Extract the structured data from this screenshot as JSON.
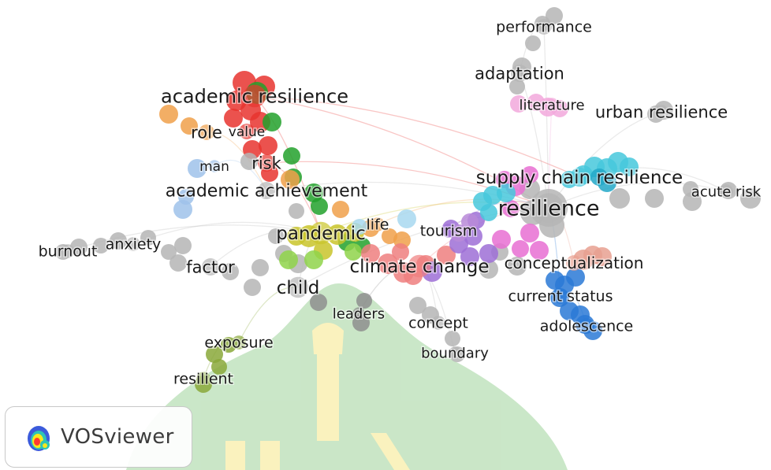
{
  "app": {
    "name": "VOSviewer",
    "logo_icon": "vosviewer-heatmap-logo-icon"
  },
  "watermark": {
    "description_color": "#cfe8c8",
    "accent": "#f3e9a6"
  },
  "clusters": {
    "red": "#e8342f",
    "green": "#22a12b",
    "orange": "#f0a04a",
    "blue_light": "#9fc2ea",
    "gray": "#b5b5b5",
    "yellow": "#c9c42a",
    "lime": "#8fd44a",
    "olive": "#8aa83a",
    "salmon": "#ef7f7f",
    "purple": "#9e6fd6",
    "pink": "#e86ed2",
    "light_pink": "#f2a8dc",
    "cyan": "#47c8dc",
    "teal": "#22a8c8",
    "blue": "#2a79d6",
    "mauve": "#b88ad8",
    "peach": "#e8a090",
    "lightblue2": "#a8d8f0",
    "darkgray": "#8e8e8e"
  },
  "nodes": [
    {
      "id": "performance",
      "label": "performance",
      "cluster": "gray",
      "size": 18,
      "fs": 19
    },
    {
      "id": "adaptation",
      "label": "adaptation",
      "cluster": "gray",
      "size": 20,
      "fs": 21
    },
    {
      "id": "literature",
      "label": "literature",
      "cluster": "light_pink",
      "size": 16,
      "fs": 18
    },
    {
      "id": "urban_resilience",
      "label": "urban resilience",
      "cluster": "gray",
      "size": 16,
      "fs": 21
    },
    {
      "id": "academic_resilience",
      "label": "academic resilience",
      "cluster": "red",
      "size": 26,
      "fs": 24
    },
    {
      "id": "value",
      "label": "value",
      "cluster": "red",
      "size": 18,
      "fs": 17
    },
    {
      "id": "role",
      "label": "role",
      "cluster": "orange",
      "size": 18,
      "fs": 21
    },
    {
      "id": "man",
      "label": "man",
      "cluster": "blue_light",
      "size": 14,
      "fs": 17
    },
    {
      "id": "risk",
      "label": "risk",
      "cluster": "red",
      "size": 20,
      "fs": 21
    },
    {
      "id": "academic_achievement",
      "label": "academic achievement",
      "cluster": "gray",
      "size": 20,
      "fs": 22
    },
    {
      "id": "supply_chain_resilience",
      "label": "supply chain resilience",
      "cluster": "cyan",
      "size": 22,
      "fs": 23
    },
    {
      "id": "acute_risk",
      "label": "acute risk",
      "cluster": "gray",
      "size": 16,
      "fs": 18
    },
    {
      "id": "resilience",
      "label": "resilience",
      "cluster": "gray",
      "size": 34,
      "fs": 27
    },
    {
      "id": "burnout",
      "label": "burnout",
      "cluster": "gray",
      "size": 16,
      "fs": 19
    },
    {
      "id": "anxiety",
      "label": "anxiety",
      "cluster": "gray",
      "size": 16,
      "fs": 19
    },
    {
      "id": "pandemic",
      "label": "pandemic",
      "cluster": "yellow",
      "size": 26,
      "fs": 23
    },
    {
      "id": "life",
      "label": "life",
      "cluster": "orange",
      "size": 16,
      "fs": 19
    },
    {
      "id": "tourism",
      "label": "tourism",
      "cluster": "purple",
      "size": 16,
      "fs": 19
    },
    {
      "id": "factor",
      "label": "factor",
      "cluster": "gray",
      "size": 20,
      "fs": 21
    },
    {
      "id": "climate_change",
      "label": "climate change",
      "cluster": "salmon",
      "size": 26,
      "fs": 23
    },
    {
      "id": "conceptualization",
      "label": "conceptualization",
      "cluster": "peach",
      "size": 18,
      "fs": 20
    },
    {
      "id": "child",
      "label": "child",
      "cluster": "gray",
      "size": 24,
      "fs": 23
    },
    {
      "id": "current_status",
      "label": "current status",
      "cluster": "blue",
      "size": 18,
      "fs": 19
    },
    {
      "id": "leaders",
      "label": "leaders",
      "cluster": "darkgray",
      "size": 14,
      "fs": 18
    },
    {
      "id": "concept",
      "label": "concept",
      "cluster": "gray",
      "size": 16,
      "fs": 19
    },
    {
      "id": "adolescence",
      "label": "adolescence",
      "cluster": "blue",
      "size": 18,
      "fs": 19
    },
    {
      "id": "exposure",
      "label": "exposure",
      "cluster": "olive",
      "size": 16,
      "fs": 19
    },
    {
      "id": "boundary",
      "label": "boundary",
      "cluster": "gray",
      "size": 14,
      "fs": 18
    },
    {
      "id": "resilient",
      "label": "resilient",
      "cluster": "olive",
      "size": 16,
      "fs": 19
    }
  ]
}
